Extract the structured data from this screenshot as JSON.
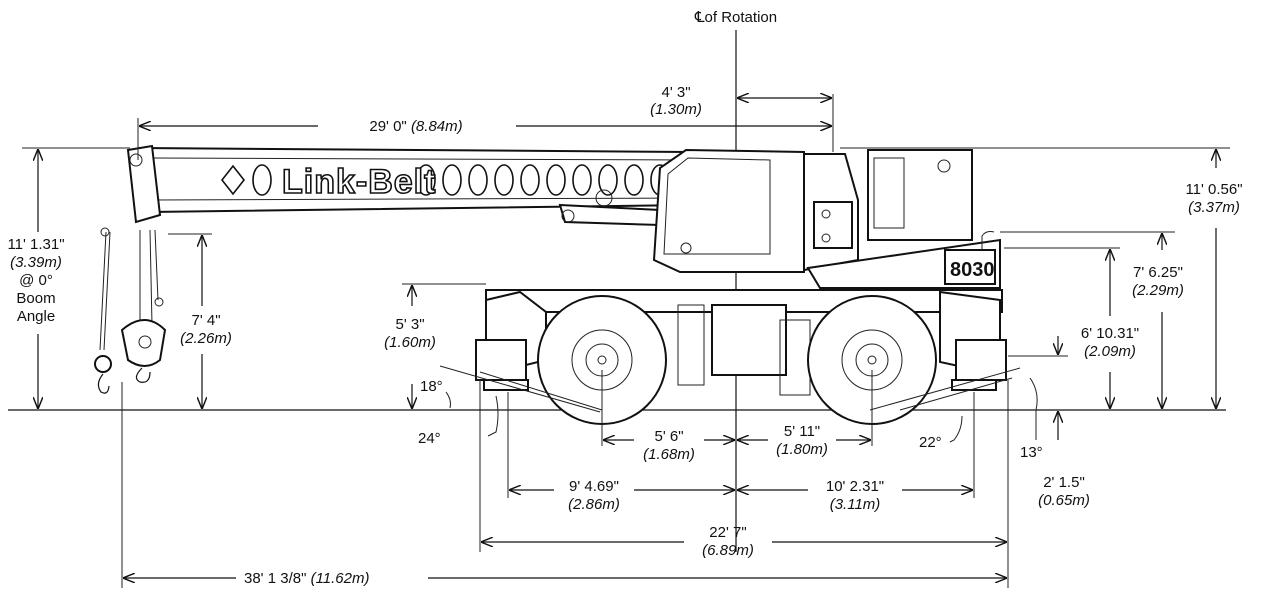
{
  "labels": {
    "rotation": "℄of Rotation",
    "boom_length": "29' 0\"",
    "boom_length_m": "(8.84m)",
    "rear_offset": "4' 3\"",
    "rear_offset_m": "(1.30m)",
    "overall_height": "11' 0.56\"",
    "overall_height_m": "(3.37m)",
    "boom_height": "11' 1.31\"",
    "boom_height_m": "(3.39m)",
    "boom_angle_line1": "@ 0°",
    "boom_angle_line2": "Boom",
    "boom_angle_line3": "Angle",
    "hook_height": "7' 4\"",
    "hook_height_m": "(2.26m)",
    "front_frame_height": "5' 3\"",
    "front_frame_height_m": "(1.60m)",
    "deck_height": "7' 6.25\"",
    "deck_height_m": "(2.29m)",
    "engine_height": "6' 10.31\"",
    "engine_height_m": "(2.09m)",
    "angle_front_18": "18°",
    "angle_front_24": "24°",
    "angle_rear_22": "22°",
    "angle_rear_13": "13°",
    "front_axle": "5' 6\"",
    "front_axle_m": "(1.68m)",
    "rear_axle": "5' 11\"",
    "rear_axle_m": "(1.80m)",
    "front_outrigger": "9' 4.69\"",
    "front_outrigger_m": "(2.86m)",
    "rear_outrigger": "10' 2.31\"",
    "rear_outrigger_m": "(3.11m)",
    "ground_clearance": "2' 1.5\"",
    "ground_clearance_m": "(0.65m)",
    "outrigger_span": "22' 7\"",
    "outrigger_span_m": "(6.89m)",
    "overall_length": "38' 1 3/8\"",
    "overall_length_m": "(11.62m)"
  },
  "branding": {
    "boom_logo": "Link-Belt",
    "model": "8030"
  }
}
